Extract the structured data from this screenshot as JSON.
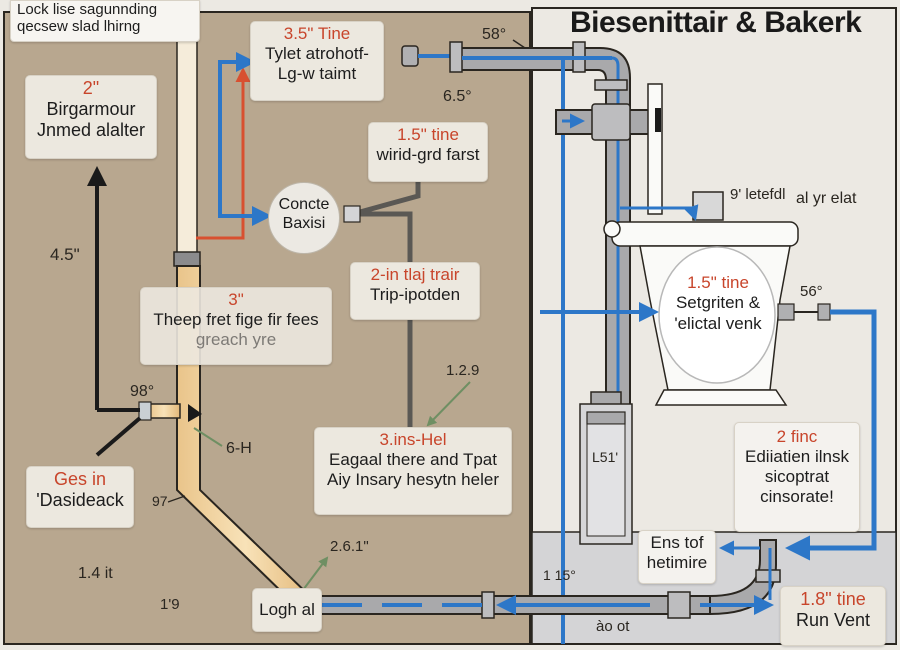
{
  "title": "Biesenittair & Bakerk",
  "header_note": {
    "line1": "Lock lise sagunnding",
    "line2": "qecsew slad lhirng"
  },
  "labels": {
    "tl_2in": {
      "size": "2\"",
      "line1": "Birgarmour",
      "line2": "Jnmed alalter"
    },
    "tine_35": {
      "size": "3.5\" Tine",
      "line1": "Tylet atrohotf-",
      "line2": "Lg-w taimt"
    },
    "tine_15_top": {
      "size": "1.5\" tine",
      "line1": "wirid-grd farst"
    },
    "conncte": {
      "line1": "Concte",
      "line2": "Baxisi"
    },
    "trap_2in": {
      "size": "2-in tlaj trair",
      "line1": "Trip-ipotden"
    },
    "three_in": {
      "size": "3\"",
      "line1": "Thеep fret fige fir fees",
      "line2": "greach yre"
    },
    "gas_in": {
      "size": "Ges in",
      "line1": "'Dasideack"
    },
    "three_ins_hel": {
      "size": "3.ins-Hel",
      "line1": "Eagaal there and Tpat",
      "line2": "Aiy Insary hesytn heler"
    },
    "logh": {
      "line1": "Logh al"
    },
    "toilet_vent": {
      "size": "1.5\" tine",
      "line1": "Setgriten &",
      "line2": "'elictal venk"
    },
    "two_finc": {
      "size": "2 finc",
      "line1": "Ediiatien ilnsk",
      "line2": "sicoptrat",
      "line3": "cinsorate!"
    },
    "ens_tof": {
      "line1": "Ens tof",
      "line2": "hetimire"
    },
    "run_vent": {
      "size": "1.8\" tine",
      "line1": "Run Vent"
    },
    "top_right_note": {
      "line1": "9' letefdl",
      "line2": "al yr elat"
    }
  },
  "dimensions": {
    "d_58": "58°",
    "d_65": "6.5°",
    "d_45": "4.5\"",
    "d_98": "98°",
    "d_6h": "6-H",
    "d_97": "97",
    "d_129": "1.2.9",
    "d_14it": "1.4 it",
    "d_19": "1'9",
    "d_261": "2.6.1\"",
    "d_115": "1 15°",
    "d_aoot": "ào ot",
    "d_56": "56°",
    "d_l51": "L51'"
  },
  "colors": {
    "wall_tan": "#b8a78f",
    "room_light": "#ece9e3",
    "floor_grey": "#d4d4d6",
    "water_blue": "#2d77c8",
    "hot_red": "#d85030",
    "pipe_grey": "#a9a9ab",
    "pipe_wood": "#f0d2a0",
    "outline": "#2a2620"
  }
}
